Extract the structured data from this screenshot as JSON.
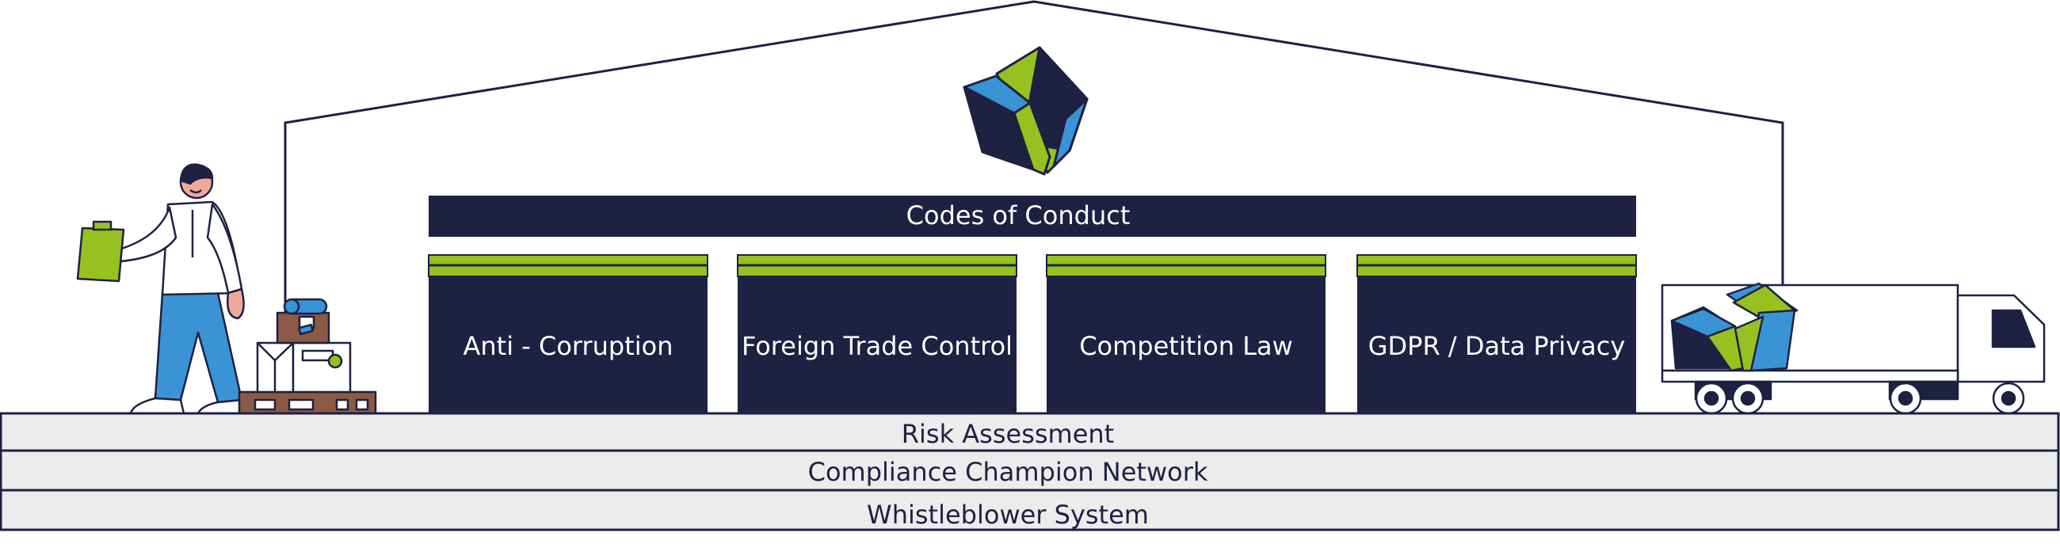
{
  "diagram": {
    "roof_label": "Codes of Conduct",
    "pillars": [
      {
        "label": "Anti - Corruption"
      },
      {
        "label": "Foreign Trade Control"
      },
      {
        "label": "Competition Law"
      },
      {
        "label": "GDPR / Data Privacy"
      }
    ],
    "foundation": [
      {
        "label": "Risk Assessment"
      },
      {
        "label": "Compliance Champion Network"
      },
      {
        "label": "Whistleblower System"
      }
    ]
  },
  "colors": {
    "navy": "#1e2142",
    "green": "#97c121",
    "blue": "#3a93d4",
    "light_gray": "#ececec",
    "skin": "#f0a89a",
    "brown": "#8a5a44"
  },
  "icons": [
    "cube-logo-icon",
    "worker-icon",
    "clipboard-icon",
    "package-pallet-icon",
    "truck-icon"
  ]
}
